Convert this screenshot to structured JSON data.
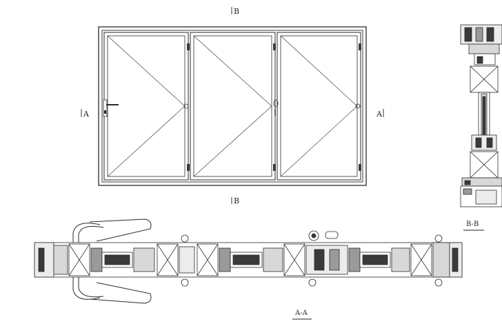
{
  "labels": {
    "section_mark_top": "B",
    "section_mark_bottom": "B",
    "section_mark_left": "A",
    "section_mark_right": "A",
    "caption_bb": "B-B",
    "caption_aa": "A-A"
  },
  "drawing": {
    "panel_count": 3,
    "line_color": "#2a2a2a",
    "fill_dark": "#3a3a3a",
    "fill_mid": "#9a9a9a",
    "fill_light": "#d8d8d8"
  }
}
